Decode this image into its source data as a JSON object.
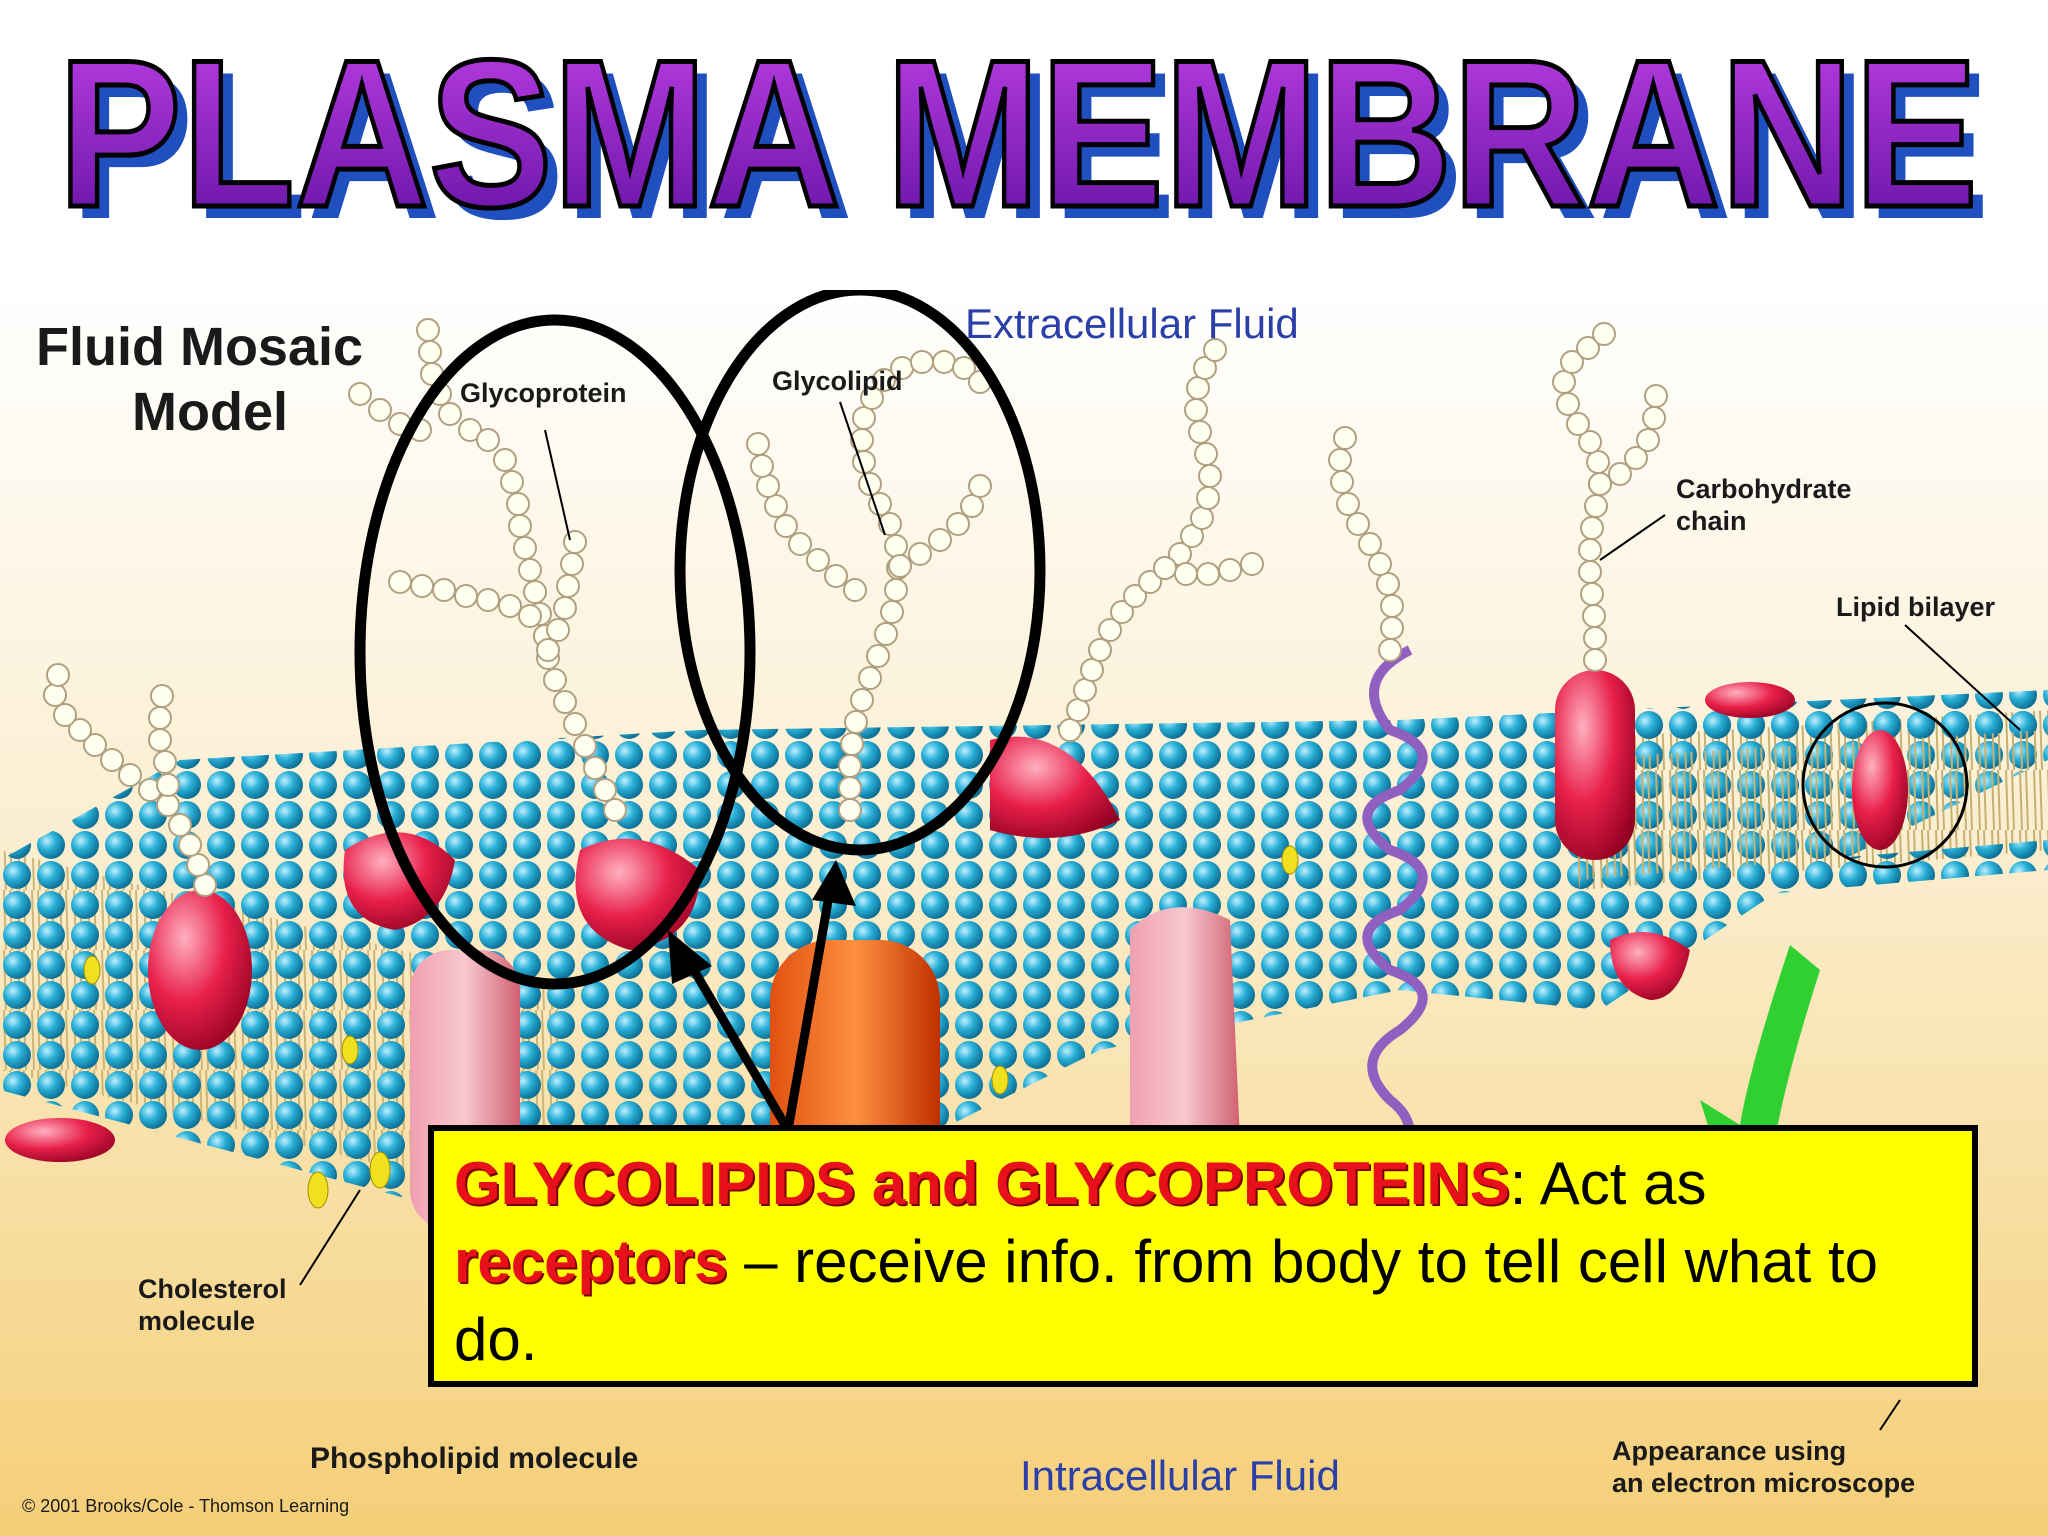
{
  "title": "PLASMA MEMBRANE",
  "diagram": {
    "model_label_line1": "Fluid Mosaic",
    "model_label_line2": "Model",
    "extracellular": "Extracellular Fluid",
    "intracellular": "Intracellular Fluid",
    "glycoprotein": "Glycoprotein",
    "glycolipid": "Glycolipid",
    "carbohydrate_line1": "Carbohydrate",
    "carbohydrate_line2": "chain",
    "lipid_bilayer": "Lipid bilayer",
    "cholesterol_line1": "Cholesterol",
    "cholesterol_line2": "molecule",
    "phospholipid": "Phospholipid molecule",
    "appearance_line1": "Appearance using",
    "appearance_line2": "an electron microscope",
    "copyright": "© 2001 Brooks/Cole - Thomson Learning"
  },
  "note": {
    "highlight1": "GLYCOLIPIDS and GLYCOPROTEINS",
    "text1": ":  Act as ",
    "highlight2": "receptors",
    "text2": " – receive info. from body to tell cell what to do."
  },
  "colors": {
    "title_fill": "#a020d0",
    "title_shadow": "#2050c0",
    "background_top": "#ffffff",
    "background_bottom": "#f5d07a",
    "lipid_head": "#1aa0c8",
    "protein": "#e0204a",
    "note_bg": "#ffff00",
    "note_highlight": "#e8101a",
    "arrow_green": "#30d030"
  }
}
